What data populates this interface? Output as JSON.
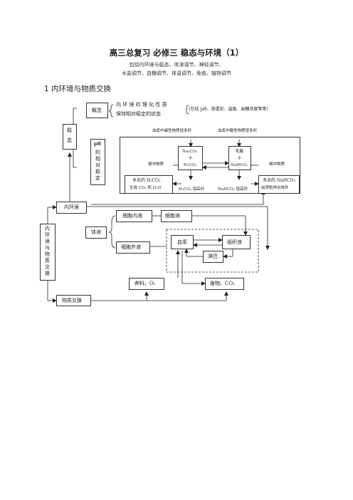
{
  "title": "高三总复习  必修三  稳态与环境（1）",
  "subtitle_1": "包括内环境与稳态、体液调节、神经调节、",
  "subtitle_2": "水盐调节、血糖调节、体温调节、免疫、植物调节",
  "section_heading": "1 内环境与物质交换",
  "steady_state": {
    "label_chars": [
      "稳",
      "态"
    ],
    "concept_label": "概念",
    "concept_line_1": "内 环 境 的 理 化 性 质",
    "concept_line_2": "保持相对稳定的状态",
    "concept_note": "(包括 pH、渗透压、温度、血糖浓度等等)",
    "ph_label_chars": [
      "pH",
      "的",
      "相",
      "对",
      "稳",
      "定"
    ]
  },
  "ph_mechanism": {
    "alkali_more": "血浆中碱性物质增多时",
    "acid_more": "血浆中酸性物质增多时",
    "na2co3": "Na₂CO₃",
    "plus_1": "＋",
    "lactic_acid": "乳酸",
    "plus_2": "＋",
    "buffer_left": "缓冲物质",
    "h2co3": "H₂CO₃",
    "nahco3": "NaHCO₃",
    "buffer_right": "缓冲物质",
    "excess_h2co3_line_1": "多余的 H₂CO₃",
    "excess_h2co3_line_2": "生成 CO₂ 和 H₂O",
    "h2co3_increase": "H₂CO₃ 增高时",
    "nahco3_increase": "NaHCO₃ 增高时",
    "excess_nahco3_line_1": "多余的 NaHCO₃",
    "excess_nahco3_line_2": "由肾脏排出体外"
  },
  "environment": {
    "internal_env": "内环境",
    "vertical_label_chars": [
      "内",
      "环",
      "境",
      "与",
      "物",
      "质",
      "交",
      "换"
    ],
    "body_fluid": "体液",
    "intracellular": "细胞内液",
    "cytosol": "细胞液",
    "extracellular": "细胞外液",
    "plasma": "血浆",
    "tissue_fluid": "组织液",
    "lymph": "淋巴",
    "nutrients": "养料、O₂",
    "waste": "废物、CO₂",
    "exchange": "物质交换"
  }
}
